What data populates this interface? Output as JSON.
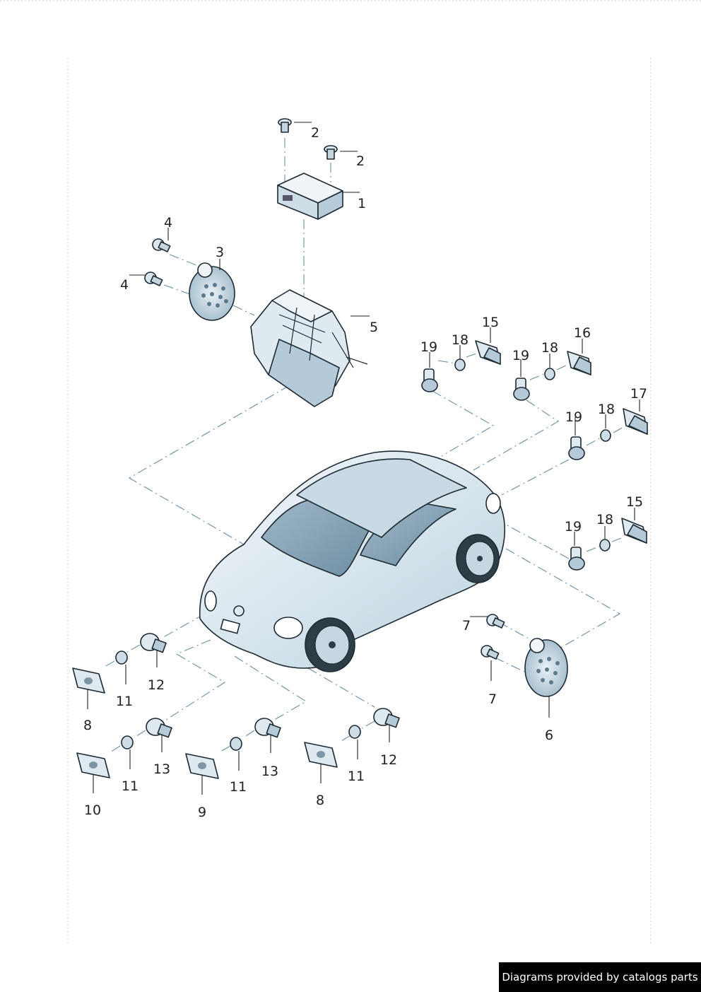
{
  "footer": {
    "credit": "Diagrams provided by catalogs parts"
  },
  "callouts": [
    {
      "n": "2"
    },
    {
      "n": "2"
    },
    {
      "n": "1"
    },
    {
      "n": "4"
    },
    {
      "n": "3"
    },
    {
      "n": "4"
    },
    {
      "n": "5"
    },
    {
      "n": "15"
    },
    {
      "n": "18"
    },
    {
      "n": "19"
    },
    {
      "n": "16"
    },
    {
      "n": "18"
    },
    {
      "n": "19"
    },
    {
      "n": "17"
    },
    {
      "n": "18"
    },
    {
      "n": "19"
    },
    {
      "n": "15"
    },
    {
      "n": "18"
    },
    {
      "n": "19"
    },
    {
      "n": "7"
    },
    {
      "n": "7"
    },
    {
      "n": "6"
    },
    {
      "n": "12"
    },
    {
      "n": "11"
    },
    {
      "n": "8"
    },
    {
      "n": "13"
    },
    {
      "n": "11"
    },
    {
      "n": "10"
    },
    {
      "n": "13"
    },
    {
      "n": "11"
    },
    {
      "n": "9"
    },
    {
      "n": "12"
    },
    {
      "n": "11"
    },
    {
      "n": "8"
    }
  ],
  "colors": {
    "part_fill": "#e8f0f5",
    "part_shade": "#a9c3d3",
    "line": "#1e2a33",
    "dashdot": "#6a8fa8"
  }
}
